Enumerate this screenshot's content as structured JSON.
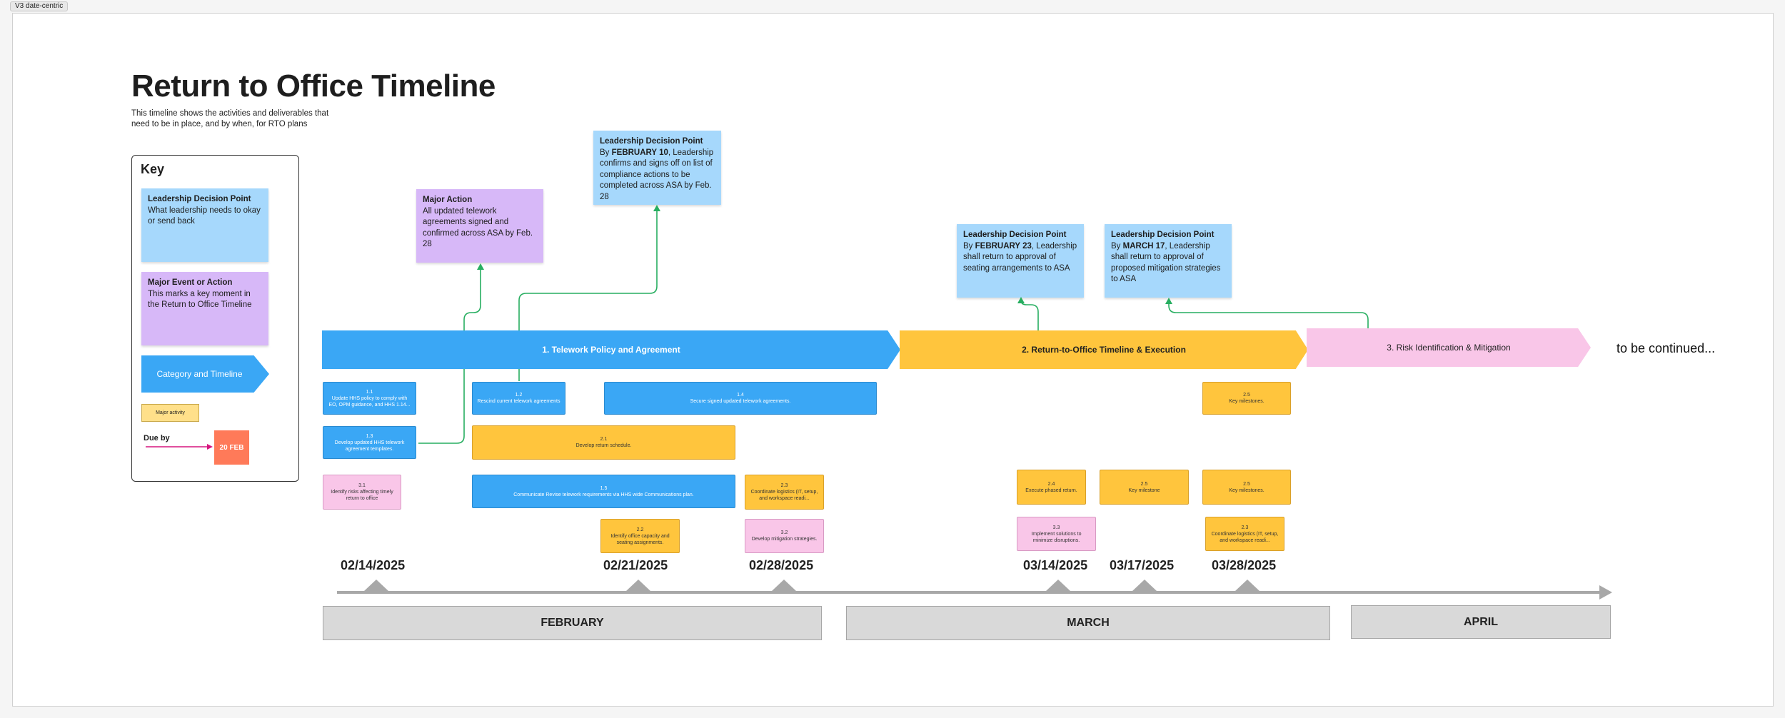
{
  "frame_label": "V3 date-centric",
  "title": "Return to Office Timeline",
  "subtitle": "This timeline shows the activities and deliverables that need to be in place, and by when, for RTO plans",
  "key": {
    "title": "Key",
    "decision": {
      "heading": "Leadership Decision Point",
      "text": "What leadership needs to okay or send back"
    },
    "event": {
      "heading": "Major Event or Action",
      "text": "This marks a key moment in the Return to Office Timeline"
    },
    "category": "Category and Timeline",
    "major_activity": "Major activity",
    "due_by": "Due by",
    "due_date": "20 FEB"
  },
  "callouts": {
    "major_action": {
      "heading": "Major Action",
      "text": "All updated telework agreements signed and confirmed across ASA by Feb. 28"
    },
    "ldp1": {
      "heading": "Leadership Decision Point",
      "pre": "By ",
      "strong": "FEBRUARY 10",
      "text": ", Leadership confirms and signs off on list of compliance actions to be completed across ASA by Feb. 28"
    },
    "ldp2": {
      "heading": "Leadership Decision Point",
      "pre": "By ",
      "strong": "FEBRUARY 23",
      "text": ", Leadership shall return to approval of seating arrangements to ASA"
    },
    "ldp3": {
      "heading": "Leadership Decision Point",
      "pre": "By ",
      "strong": "MARCH 17",
      "text": ", Leadership shall return to approval of proposed mitigation strategies to ASA"
    }
  },
  "categories": [
    {
      "label": "1.  Telework Policy and Agreement",
      "color": "#3aa7f5"
    },
    {
      "label": "2.  Return-to-Office Timeline & Execution",
      "color": "#ffc53d"
    },
    {
      "label": "3.  Risk Identification & Mitigation",
      "color": "#f9c6e8"
    }
  ],
  "continued": "to be continued...",
  "tasks": [
    {
      "num": "1.1",
      "text": "Update HHS policy to comply with EO, OPM guidance, and HHS 1.14..."
    },
    {
      "num": "1.2",
      "text": "Rescind current telework agreements"
    },
    {
      "num": "1.4",
      "text": "Secure signed updated telework agreements."
    },
    {
      "num": "2.5",
      "text": "Key milestones."
    },
    {
      "num": "1.3",
      "text": "Develop updated HHS telework agreement templates."
    },
    {
      "num": "2.1",
      "text": "Develop return schedule."
    },
    {
      "num": "3.1",
      "text": "Identify risks affecting timely return to office"
    },
    {
      "num": "1.5",
      "text": "Communicate Revise telework requirements via HHS wide Communications plan."
    },
    {
      "num": "2.3",
      "text": "Coordinate logistics (IT, setup, and workspace readi..."
    },
    {
      "num": "2.4",
      "text": "Execute phased return."
    },
    {
      "num": "2.5",
      "text": "Key milestone"
    },
    {
      "num": "2.5",
      "text": "Key milestones."
    },
    {
      "num": "2.2",
      "text": "Identify office capacity and seating assignments."
    },
    {
      "num": "3.2",
      "text": "Develop mitigation strategies."
    },
    {
      "num": "3.3",
      "text": "Implement solutions to minimize disruptions."
    },
    {
      "num": "2.3",
      "text": "Coordinate logistics (IT, setup, and workspace readi..."
    }
  ],
  "dates": [
    "02/14/2025",
    "02/21/2025",
    "02/28/2025",
    "03/14/2025",
    "03/17/2025",
    "03/28/2025"
  ],
  "months": [
    "FEBRUARY",
    "MARCH",
    "APRIL"
  ]
}
